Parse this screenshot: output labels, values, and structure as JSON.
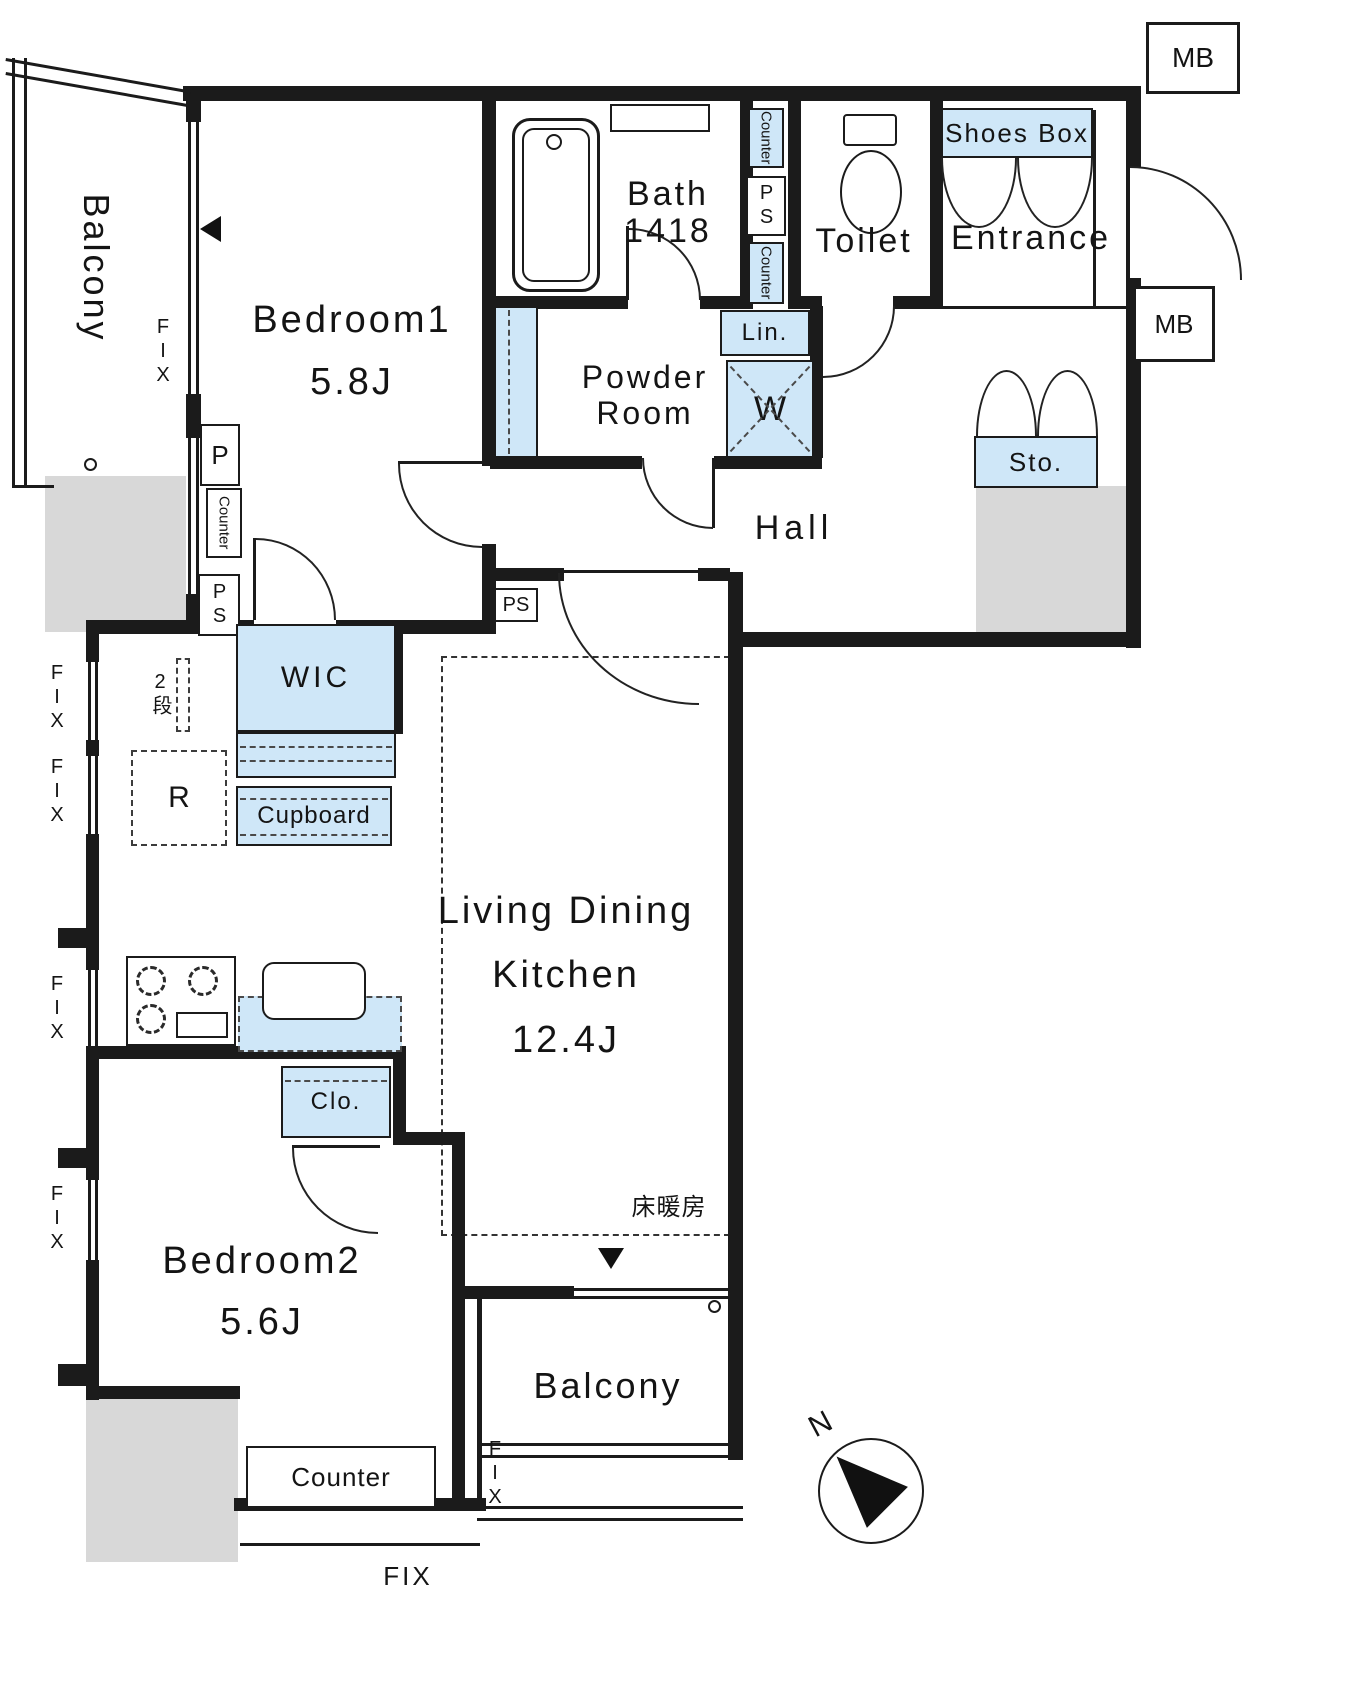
{
  "colors": {
    "wall": "#1b1b1b",
    "fixture_fill": "#cfe7f8",
    "concrete": "#d8d8d8",
    "background": "#ffffff"
  },
  "rooms": {
    "balcony": "Balcony",
    "bedroom1": {
      "name": "Bedroom1",
      "size": "5.8J"
    },
    "bath": {
      "name": "Bath",
      "size": "1418"
    },
    "toilet": "Toilet",
    "entrance": "Entrance",
    "powder_room": {
      "line1": "Powder",
      "line2": "Room"
    },
    "hall": "Hall",
    "wic": "WIC",
    "ldk": {
      "line1": "Living Dining",
      "line2": "Kitchen",
      "size": "12.4J"
    },
    "bedroom2": {
      "name": "Bedroom2",
      "size": "5.6J"
    }
  },
  "fixtures": {
    "mb": "MB",
    "shoes_box": "Shoes Box",
    "counter": "Counter",
    "pipe_space": "PS",
    "pipe": "P",
    "linen": "Lin.",
    "washer": "W",
    "storage": "Sto.",
    "two_tier_shelf": "2段",
    "refrigerator": "R",
    "cupboard": "Cupboard",
    "closet": "Clo.",
    "floor_heating": "床暖房",
    "fixed_window": "FIX"
  },
  "compass": {
    "north": "N"
  }
}
